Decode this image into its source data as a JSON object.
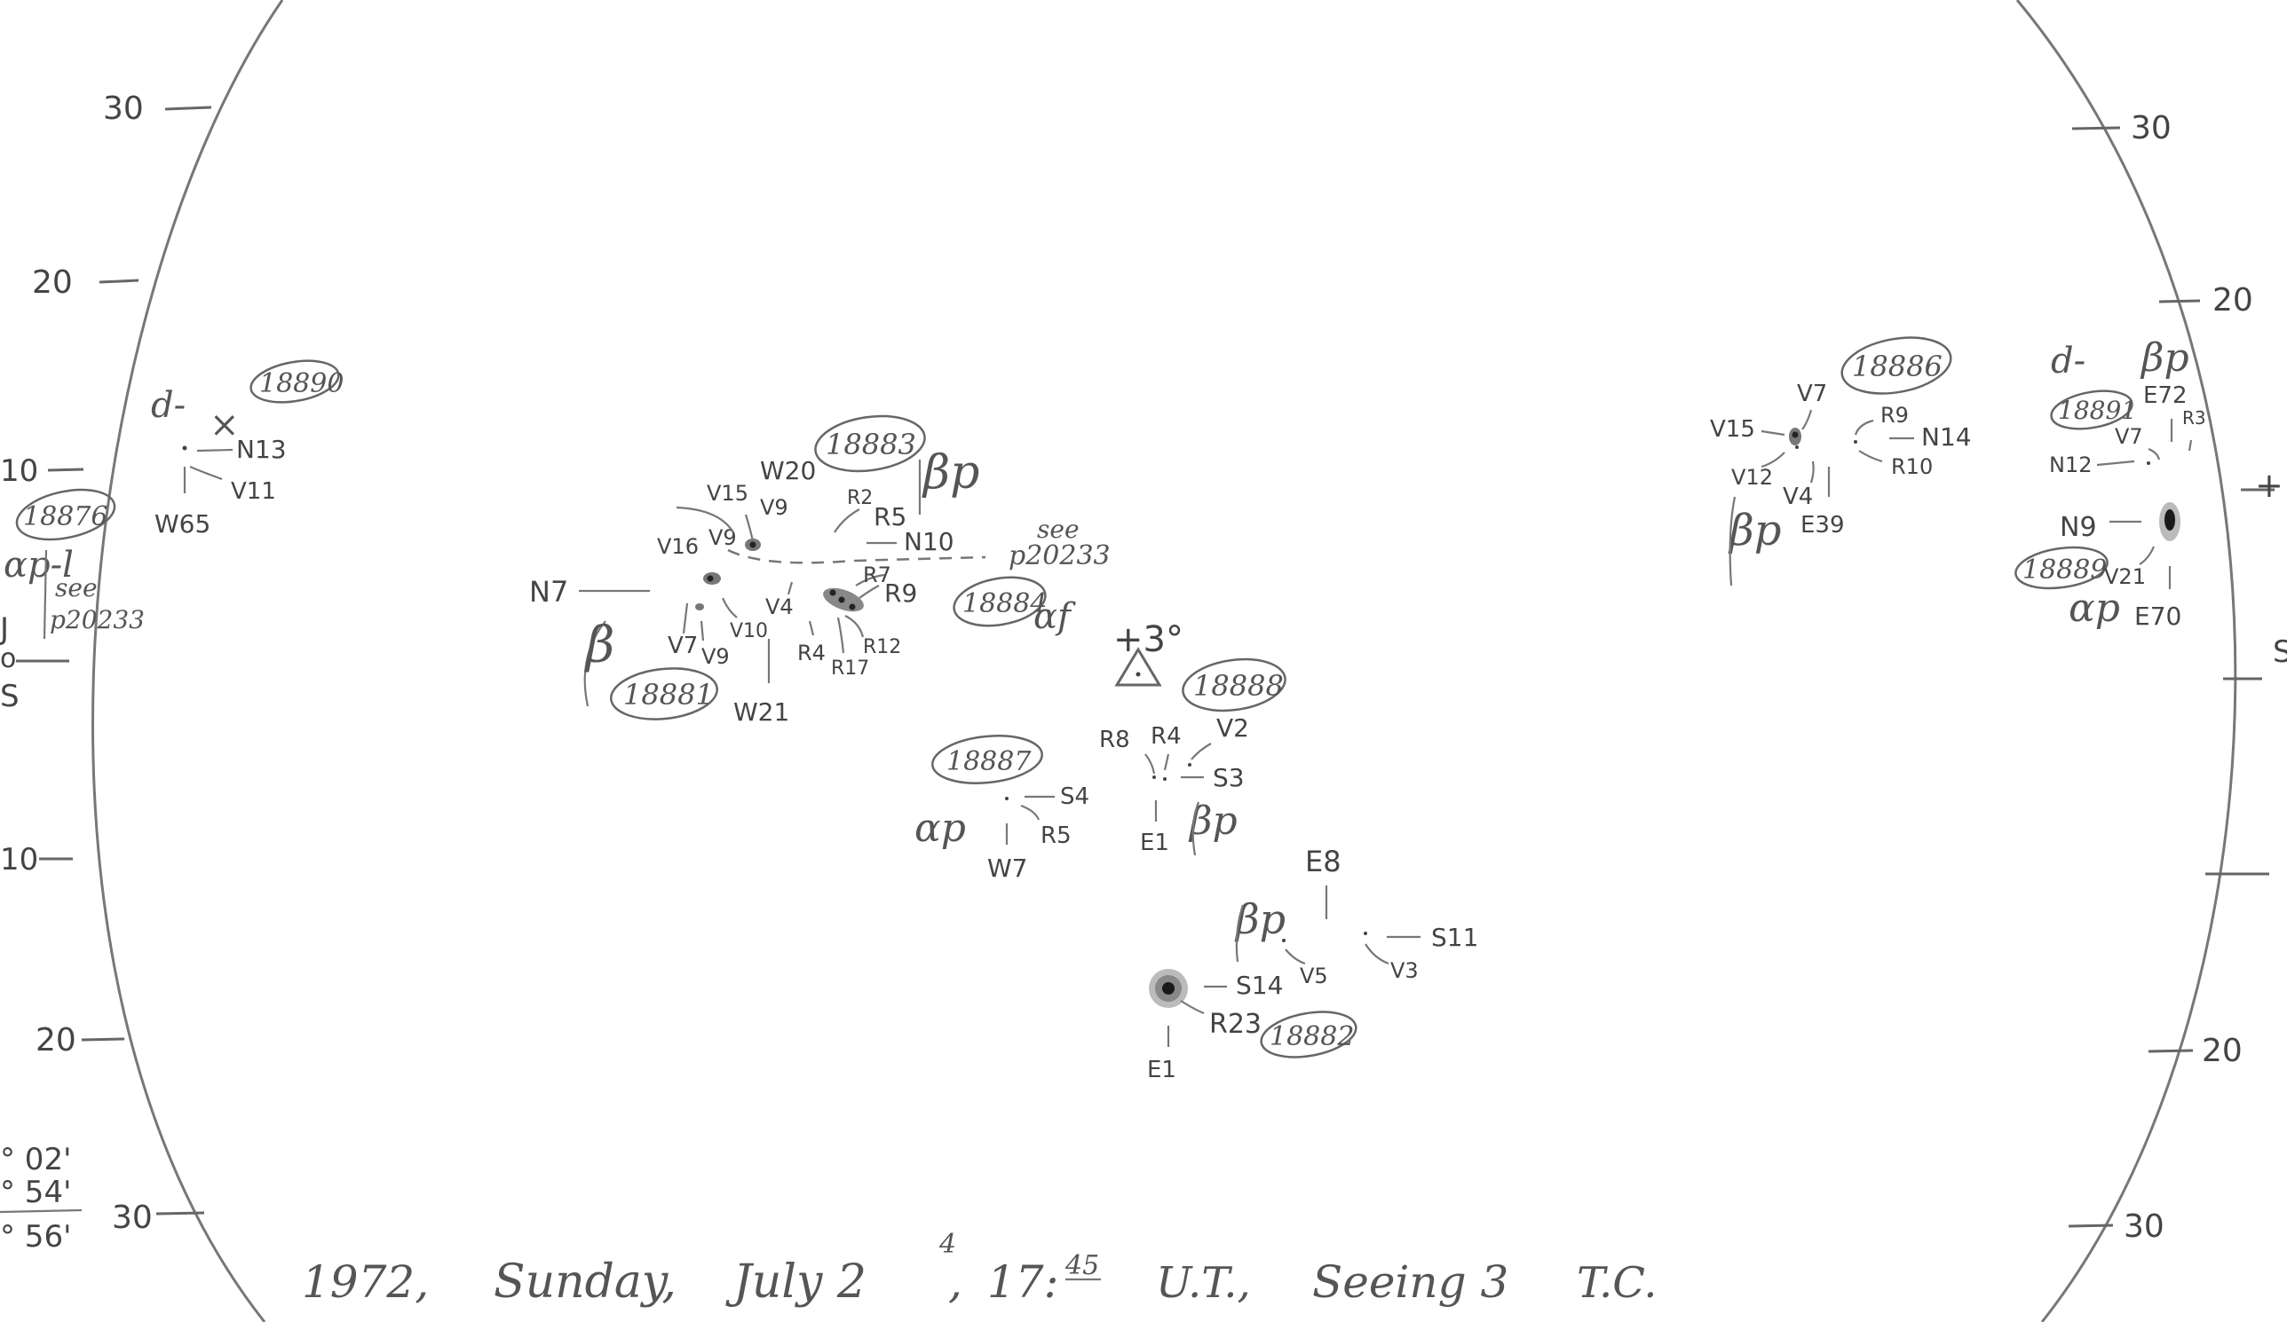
{
  "latitude_ticks": {
    "left": [
      "30",
      "20",
      "10",
      "10",
      "20",
      "30"
    ],
    "right": [
      "30",
      "20",
      "20",
      "30"
    ]
  },
  "limb_marks": {
    "right_plus": "+",
    "right_fragment": "S",
    "left_fragment_j": "J",
    "left_fragment_o": "o",
    "left_fragment_s": "S"
  },
  "left_edge_numbers": [
    "° 02'",
    "° 54'",
    "° 56'"
  ],
  "regions": [
    {
      "id": "18890",
      "class": "d-",
      "labels": [
        "N13",
        "V11",
        "W65"
      ]
    },
    {
      "id": "18876",
      "class": "αp-l",
      "labels": [
        "see",
        "p20233"
      ]
    },
    {
      "id": "18883",
      "class": "βp",
      "labels": [
        "W20",
        "V15",
        "V9",
        "V16",
        "V9",
        "R2",
        "R5",
        "N10"
      ]
    },
    {
      "id": "18881",
      "class": "β",
      "labels": [
        "N7",
        "V7",
        "V9",
        "V10",
        "W21",
        "V4"
      ]
    },
    {
      "id": "18884",
      "class": "αf",
      "labels": [
        "R7",
        "R9",
        "R4",
        "R12",
        "R17",
        "see",
        "p20233"
      ]
    },
    {
      "id": "18888",
      "class": "βp",
      "labels": [
        "R8",
        "R4",
        "V2",
        "S3",
        "E1"
      ]
    },
    {
      "id": "18887",
      "class": "αp",
      "labels": [
        "S4",
        "R5",
        "W7"
      ]
    },
    {
      "id": "18882",
      "class": "βp",
      "labels": [
        "E8",
        "S11",
        "V5",
        "V3",
        "S14",
        "R23",
        "E1"
      ]
    },
    {
      "id": "18886",
      "class": "βp",
      "labels": [
        "V7",
        "V15",
        "R9",
        "N14",
        "V12",
        "R10",
        "V4",
        "E39"
      ]
    },
    {
      "id": "18891",
      "class": "d-",
      "labels": [
        "βp",
        "E72",
        "R3",
        "V7",
        "N12"
      ]
    },
    {
      "id": "18889",
      "class": "αp",
      "labels": [
        "N9",
        "V21",
        "E70"
      ]
    }
  ],
  "center_mark": {
    "label": "+3°"
  },
  "caption": {
    "year": "1972,",
    "day": "Sunday,",
    "month": "July 2",
    "day_suffix": "4",
    "time": "17:",
    "time_sup": "45",
    "ut": "U.T.,",
    "seeing": "Seeing 3",
    "observer": "T.C."
  }
}
